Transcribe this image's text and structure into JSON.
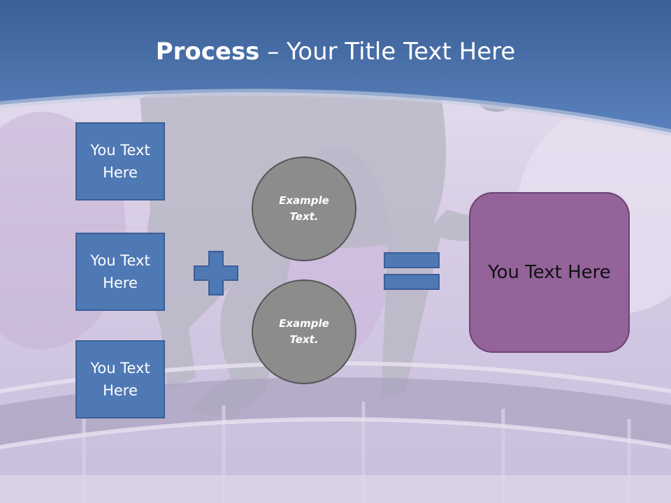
{
  "slide": {
    "title_bold": "Process",
    "title_rest": " – Your Title Text Here"
  },
  "inputs": [
    {
      "label": "You Text Here"
    },
    {
      "label": "You Text Here"
    },
    {
      "label": "You Text Here"
    }
  ],
  "circles": [
    {
      "label": "Example Text."
    },
    {
      "label": "Example Text."
    }
  ],
  "result": {
    "label": "You Text Here"
  },
  "colors": {
    "header_blue": "#4a70ab",
    "box_blue": "#4f79b4",
    "circle_gray": "#8c8c8c",
    "result_purple": "#93639a"
  }
}
